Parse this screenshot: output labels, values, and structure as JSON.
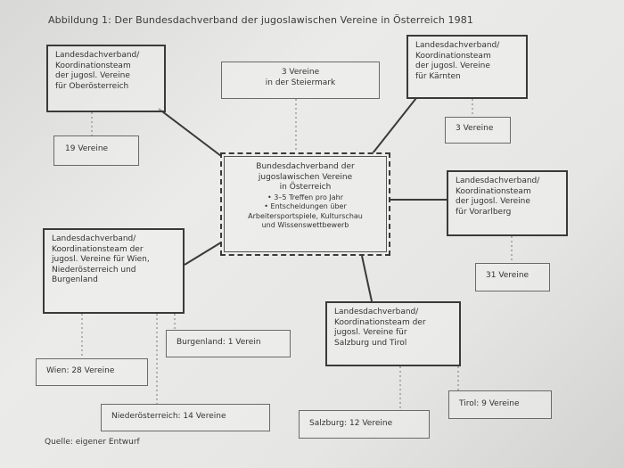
{
  "caption": "Abbildung 1: Der Bundesdachverband der jugoslawischen Vereine in Österreich 1981",
  "source": "Quelle: eigener Entwurf",
  "central": {
    "lines": [
      "Bundesdachverband der",
      "jugoslawischen Vereine",
      "in Österreich"
    ],
    "bullets": [
      "• 3–5 Treffen pro Jahr",
      "• Entscheidungen über",
      "Arbeitersportspiele, Kulturschau",
      "und Wissenswettbewerb"
    ]
  },
  "boxes": {
    "ooe": [
      "Landesdachverband/",
      "Koordinationsteam",
      "der jugosl. Vereine",
      "für Oberösterreich"
    ],
    "kaernten": [
      "Landesdachverband/",
      "Koordinationsteam",
      "der jugosl. Vereine",
      "für Kärnten"
    ],
    "vorarlberg": [
      "Landesdachverband/",
      "Koordinationsteam",
      "der jugosl. Vereine",
      "für Vorarlberg"
    ],
    "wien": [
      "Landesdachverband/",
      "Koordinationsteam der",
      "jugosl. Vereine für Wien,",
      "Niederösterreich und",
      "Burgenland"
    ],
    "salzburg": [
      "Landesdachverband/",
      "Koordinationsteam der",
      "jugosl. Vereine für",
      "Salzburg und Tirol"
    ]
  },
  "counts": {
    "ooe": "19 Vereine",
    "steiermark": [
      "3 Vereine",
      "in der Steiermark"
    ],
    "kaernten": "3 Vereine",
    "vorarlberg": "31 Vereine",
    "burgenland": "Burgenland: 1 Verein",
    "wien": "Wien: 28 Vereine",
    "niederoesterreich": "Niederösterreich: 14 Vereine",
    "salzburg": "Salzburg: 12 Vereine",
    "tirol": "Tirol: 9 Vereine"
  }
}
